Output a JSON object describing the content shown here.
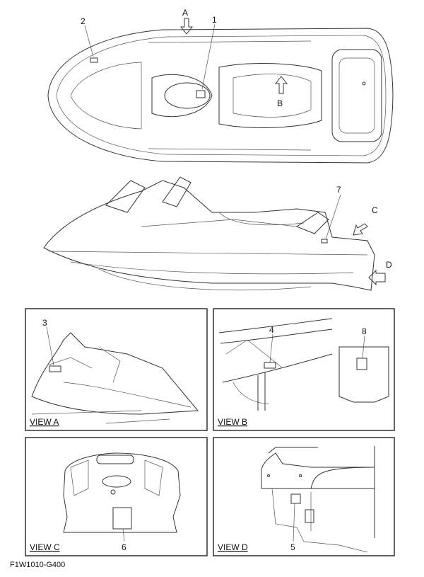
{
  "diagram": {
    "callouts": [
      "1",
      "2",
      "3",
      "4",
      "5",
      "6",
      "7",
      "8"
    ],
    "arrows": {
      "a": "A",
      "b": "B",
      "c": "C",
      "d": "D"
    },
    "views": {
      "a": "VIEW A",
      "b": "VIEW B",
      "c": "VIEW C",
      "d": "VIEW D"
    },
    "code": "F1W1010-G400"
  }
}
